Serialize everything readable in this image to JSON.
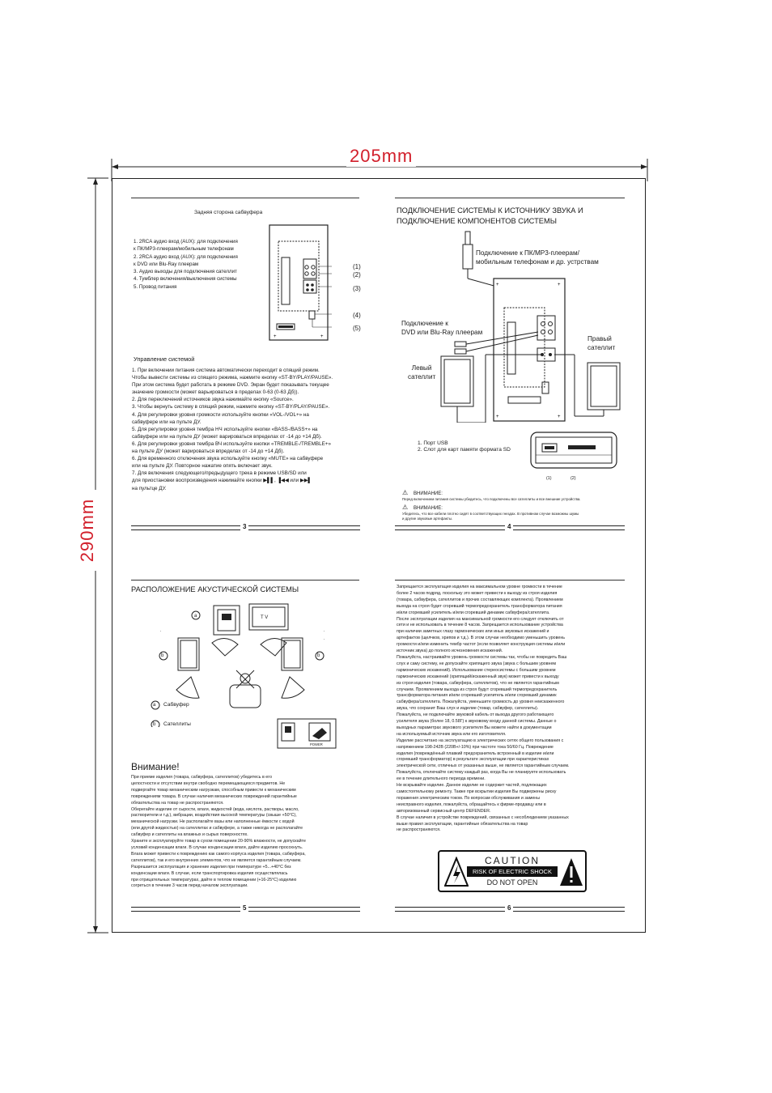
{
  "dimensions": {
    "width_label": "205mm",
    "height_label": "290mm"
  },
  "page3": {
    "subwoofer_title": "Задняя сторона сабвуфера",
    "legend": "1. 2RCA аудио вход (AUX): для подключения\n    к ПК/MP3-плеерам/мобильным телефонам\n2. 2RCA аудио вход (AUX): для подключения\n    к DVD или Blu-Ray плеерам\n3. Аудио выходы для подключения сателлит\n4. Тумблер включения/выключения системы\n5. Провод питания",
    "callouts": [
      "(1)",
      "(2)",
      "(3)",
      "(4)",
      "(5)"
    ],
    "control_title": "Управление системой",
    "control_text": "1. При включении питания система автоматически переходит в спящий режим.\nЧтобы вывести системы из спящего режима, нажмите кнопку «ST-BY/PLAY/PAUSE».\nПри этом система будет работать в режиме DVD. Экран будет показывать текущее\nзначение громкости (может варьироваться в пределах 0-63 (0-63 Дб)).\n2. Для переключений источников звука нажимайте кнопку «Source».\n3. Чтобы вернуть систему в спящий режим,  нажмите кнопку «ST-BY/PLAY/PAUSE».\n4. Для регулировки уровня громкости используйте кнопки «VOL-/VOL+» на\nсабвуфере или на пульте ДУ.\n5. Для регулировки уровня тембра НЧ используйте кнопки «BASS-/BASS+» на\nсабвуфере или на пульте ДУ (может варироваться впределах от -14 до +14 Дб).\n6. Для регулировки уровня тембра ВЧ используйте кнопки «TREMBLE-/TREMBLE+»\nна пульте ДУ (может варироваться впределах от -14 до +14 Дб).\n6. Для временного отключения звука используйте кнопку «MUTE» на сабвуфере\nили на пульте ДУ. Повторное нажатие опять включает звук.\n7. Для включения следующего/предыдущего трека в режиме USB/SD или\n для приостановки воспроизведения нажимайте кнопки ▶▌▌, ▐◀◀ или ▶▶▌\nна пультце ДУ.",
    "page_number": "3"
  },
  "page4": {
    "heading": "ПОДКЛЮЧЕНИЕ СИСТЕМЫ К ИСТОЧНИКУ ЗВУКА И\nПОДКЛЮЧЕНИЕ КОМПОНЕНТОВ СИСТЕМЫ",
    "pc_label": "Подключение к ПК/MP3-плеерам/\nмобильным телефонам и др. устрствам",
    "dvd_label": "Подключение к\nDVD или Blu-Ray плеерам",
    "right_label": "Правый\nсателлит",
    "left_label": "Левый\nсателлит",
    "ports_text": "1. Порт USB\n2. Слот для карт памяти формата SD",
    "port_callouts": [
      "(1)",
      "(2)"
    ],
    "warning_title_1": "ВНИМАНИЕ:",
    "warning_text_1": "Перед включением питания системы убедитесь, что подключены все сателлиты и все внешние устройства.",
    "warning_title_2": "ВНИМАНИЕ:",
    "warning_text_2": "Убедитесь, что все кабели плотно сидят в соответствующих гнездах. В противном случае возможны шумы\nи другие звуковые артефакты.",
    "page_number": "4"
  },
  "page5": {
    "heading": "РАСПОЛОЖЕНИЕ АКУСТИЧЕСКОЙ СИСТЕМЫ",
    "tv_label": "T V",
    "marker_a": "a",
    "marker_b": "b",
    "legend_a": "Сабвуфер",
    "legend_b": "Сателлиты",
    "power_label": "POWER",
    "attention_title": "Внимание!",
    "attention_text": "При приеме изделия (товара, сабвуфера, сателлитов) убедитесь в его\nцелостности и отсутствии внутри свободно перемещающихся предметов. Не\nподвергайте товар механическим нагрузкам, способным привести к механическим\nповреждениям товара. В случае наличия механических повреждений гарантийные\nобязательства на товар не распространяются.\nОберегайте изделие от сырости, влаги, жидкостей (вода, кислота, растворы, масло,\nрастворители и т.д.), вибрации, воздействия высокой температуры (свыше +50°С),\nмеханической нагрузки. Не располагайте вазы или наполненные ёмкости с водой\n(или другой жидкостью) на сателлитах и сабвуфере, а также никогда не располагайте\nсабвуфер и сателлиты на влажных и сырых поверхностях.\nХраните и эксплуатируйте товар в сухом помещении 20-90% влажности, не допускайте\nусловий конденсации влаги. В случае конденсации влаги, дайте изделию просохнуть.\nВлага может привести к повреждению как самого корпуса изделия (товара, сабвуфера,\nсателлитов), так и его внутренних элементов, что не является гарантийным случаем.\nРазрешается эксплуатация и хранение изделия при температуре +5...+40°С без\nконденсации влаги. В случае, если транспортировка изделия осуществлялась\nпри отрицательных температурах, дайте в теплом помещении (+16-25°С) изделию\nсогреться в течение 3 часов перед началом эксплуатации.",
    "page_number": "5"
  },
  "page6": {
    "text": "Запрещается эксплуатация изделия на максимальном уровне громкости в течение\nболее 2 часов подряд, поскольку это может привести к выходу из строя изделия\n(товара, сабвуфера, сателлитов и прочих составляющих комплекта). Проявлением\nвыхода на строя будет сгоревший термопредохранитель трансформатора питания\nи/или сгоревший усилитель и/или сгоревший динамик сабвуфера/сателлита.\nПосле эксплуатации изделия на максимальной громкости его следует отключить от\nсети и не использовать в течение 8 часов. Запрещается использование устройства\nпри наличии заметных глазу гармонических или иных звуковых искажений и\nартефактов (щелчков, хрипов и т.д.). В этом случае необходимо уменьшить уровень\nгромкости и/или изменить тембр частот (если позволяет конструкция системы и/или\nисточник звука) до полного исчезновения искажений.\nПожалуйста, настраивайте уровень громкости системы так, чтобы не повредить Ваш\nслух и саму систему, не допускайте хрипящего звука (звука с большим уровнем\nгармонических искажений). Использование стереосистемы с большим уровнем\nгармонических искажений (хрипящий/искаженный звук) может привести к выходу\nиз строя изделия (товара, сабвуфера, сателлитов), что не является гарантийным\nслучаем. Проявлением выхода из строя будут сгоревший термопредохранитель\nтрансформатора питания и/или сгоревший усилитель и/или сгоревший динамик\nсабвуфера/сателлита. Пожалуйста, уменьшите громкость до уровня неискаженного\nзвука, что сохранит Ваш слух и изделие (товар, сабвуфер, сателлиты).\nПожалуйста, не подключайте звуковой кабель от выхода другого работающего\nусилителя звука (более 18, 0.58Г) к звуковому входу данной системы. Данные о\nвыходных параметрах звукового усилителя Вы можете найти в документации\nна используемый источник звука или его изготовителя.\nИзделие рассчитано на эксплуатацию в электрических сетях общего пользования с\nнапряжением 198-242В (220В+/-10%) при частоте тока 50/60 Гц. Повреждение\nизделия (повреждённый плавкий предохранитель встроенный в изделие и/или\nсгоревший трансформатор) в результате эксплуатации при характеристиках\nэлектрической сети, отличных от указанных выше, не является гарантийным случаем.\nПожалуйста, отключайте систему каждый раз, когда Вы не планируете использовать\nее в течение длительного периода времени.\nНе вскрывайте изделие. Данное изделие не содержит частей, подлежащих\nсамостоятельному ремонту. Также при вскрытии изделия Вы подвержены риску\nпоражения электрическим током. По вопросам обслуживания и замены\nнеисправного изделия, пожалуйста, обращайтесь к фирме-продавцу или в\nавторизованный сервисный центр DEFENDER.\nВ случае наличия в устройстве повреждений, связанных с несоблюдением указанных\nвыше правил эксплуатации, гарантийные обязательства на товар\nне распространяются.",
    "caution_word": "CAUTION",
    "caution_line1": "RISK OF ELECTRIC SHOCK",
    "caution_line2": "DO NOT OPEN",
    "page_number": "6"
  }
}
